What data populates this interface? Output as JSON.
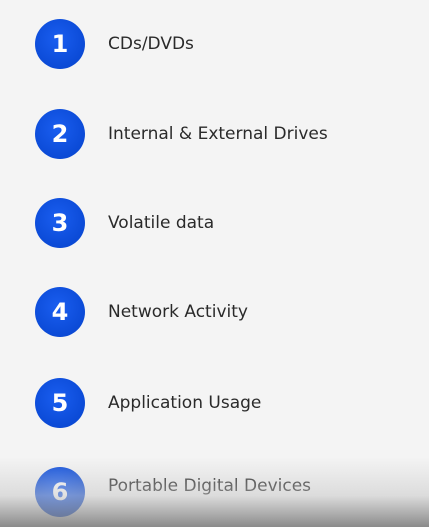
{
  "items": [
    {
      "number": "1",
      "label": "CDs/DVDs"
    },
    {
      "number": "2",
      "label": "Internal & External Drives"
    },
    {
      "number": "3",
      "label": "Volatile data"
    },
    {
      "number": "4",
      "label": "Network Activity"
    },
    {
      "number": "5",
      "label": "Application Usage"
    },
    {
      "number": "6",
      "label": "Portable Digital Devices"
    }
  ],
  "colors": {
    "badge": "#0b4ad6",
    "badge_text": "#ffffff",
    "label_text": "#2a2a2a",
    "background": "#f4f4f4"
  }
}
